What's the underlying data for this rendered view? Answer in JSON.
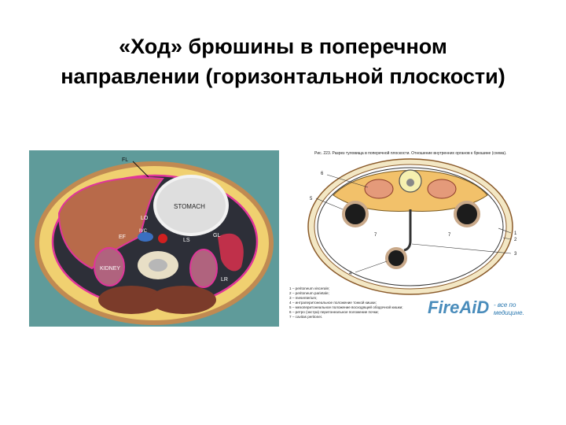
{
  "slide": {
    "title_line1": "«Ход» брюшины в поперечном",
    "title_line2": "направлении (горизонтальной плоскости)"
  },
  "left_figure": {
    "labels": {
      "fl": "FL",
      "stomach": "STOMACH",
      "lo": "LO",
      "ef": "EF",
      "ivc": "IVC",
      "ls": "LS",
      "gl": "GL",
      "kidney": "KIDNEY",
      "lr": "LR"
    }
  },
  "right_figure": {
    "caption": "Рис. 223. Разрез туловища в поперечной плоскости. Отношение внутренних органов к брюшине (схема).",
    "numbers": [
      "1",
      "2",
      "3",
      "4",
      "5",
      "6",
      "7",
      "7"
    ],
    "legend": [
      "1 – peritoneum viscerale;",
      "2 – peritoneum parietale;",
      "3 – mesenterium;",
      "4 – интраперитонеальное положение тонкой кишки;",
      "5 – мезоперитонеальное положение восходящей ободочной кишки;",
      "6 – ретро (экстра) перитонеальное положение почки;",
      "7 – cavitas peritonei."
    ]
  },
  "watermark": {
    "brand": "FireAiD",
    "tagline_line1": "- все по",
    "tagline_line2": "медицине."
  },
  "colors": {
    "left_bg": "#5f9b9a",
    "fat": "#f0d070",
    "liver": "#b86a4a",
    "stomach": "#dedede",
    "peritoneum_line": "#e0359a",
    "kidney": "#b0637e",
    "watermark_blue": "#2a78b0"
  }
}
